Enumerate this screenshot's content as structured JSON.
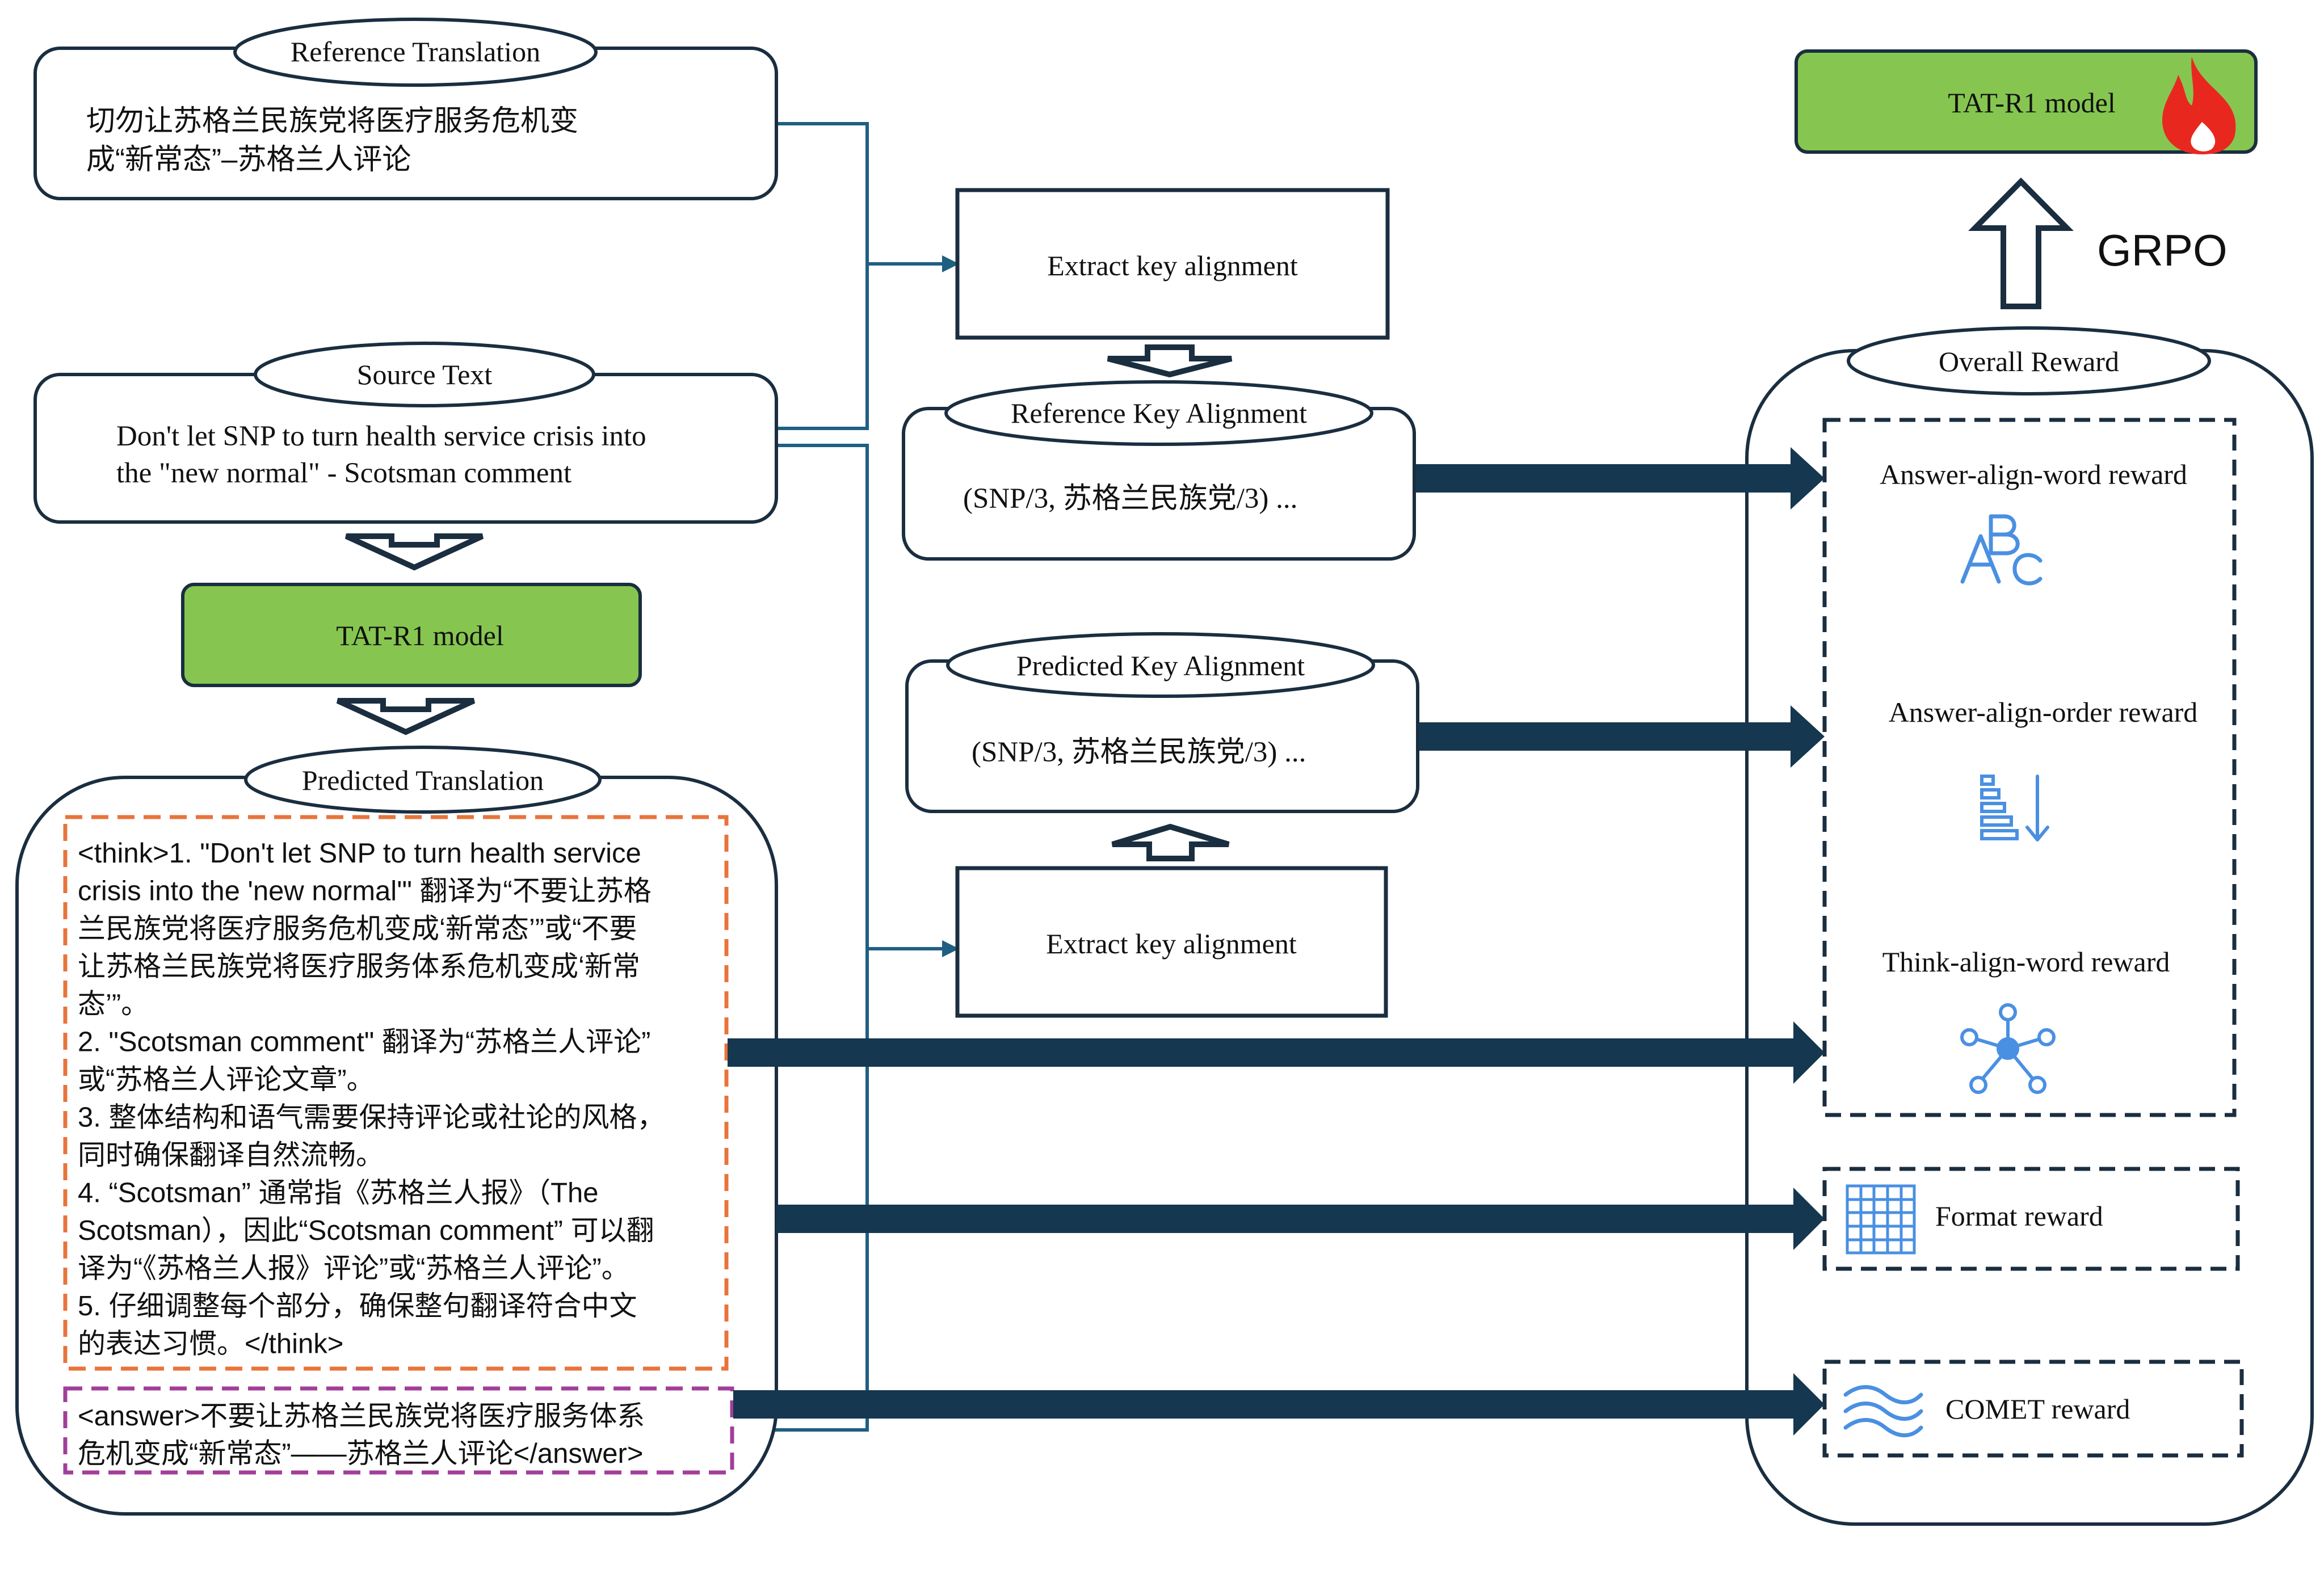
{
  "reference_translation": {
    "label": "Reference Translation",
    "lines": [
      "切勿让苏格兰民族党将医疗服务危机变",
      "成“新常态”–苏格兰人评论"
    ]
  },
  "source_text": {
    "label": "Source Text",
    "lines": [
      "Don't let SNP to turn health service crisis into",
      "the \"new normal\" - Scotsman comment"
    ]
  },
  "model_box": {
    "label": "TAT-R1 model"
  },
  "predicted_translation": {
    "label": "Predicted Translation",
    "think_lines": [
      "<think>1. \"Don't let SNP to turn health service",
      "crisis into the 'new normal'\" 翻译为“不要让苏格",
      "兰民族党将医疗服务危机变成‘新常态’”或“不要",
      "让苏格兰民族党将医疗服务体系危机变成‘新常",
      "态’”。",
      "2. \"Scotsman comment\" 翻译为“苏格兰人评论”",
      "或“苏格兰人评论文章”。",
      "3. 整体结构和语气需要保持评论或社论的风格，",
      "同时确保翻译自然流畅。",
      "4. “Scotsman” 通常指《苏格兰人报》（The",
      "Scotsman），因此“Scotsman comment” 可以翻",
      "译为“《苏格兰人报》评论”或“苏格兰人评论”。",
      "5. 仔细调整每个部分，确保整句翻译符合中文",
      "的表达习惯。</think>"
    ],
    "answer_lines": [
      "<answer>不要让苏格兰民族党将医疗服务体系",
      "危机变成“新常态”——苏格兰人评论</answer>"
    ]
  },
  "extract_top": {
    "label": "Extract key alignment"
  },
  "extract_bottom": {
    "label": "Extract key alignment"
  },
  "reference_alignment": {
    "label": "Reference Key Alignment",
    "value": "(SNP/3, 苏格兰民族党/3) ..."
  },
  "predicted_alignment": {
    "label": "Predicted Key Alignment",
    "value": "(SNP/3, 苏格兰民族党/3) ..."
  },
  "top_model": {
    "label": "TAT-R1 model",
    "icon": "fire-icon"
  },
  "grpo": {
    "label": "GRPO"
  },
  "overall_reward": {
    "label": "Overall Reward",
    "rewards": [
      {
        "label": "Answer-align-word reward",
        "icon": "abc-icon"
      },
      {
        "label": "Answer-align-order reward",
        "icon": "sort-descending-icon"
      },
      {
        "label": "Think-align-word reward",
        "icon": "network-icon"
      },
      {
        "label": "Format reward",
        "icon": "grid-icon"
      },
      {
        "label": "COMET reward",
        "icon": "waves-icon"
      }
    ]
  },
  "colors": {
    "arrow_fill": "#15374f",
    "connector_line": "#1f5f82",
    "model_green": "#86c650",
    "think_border": "#e8743b",
    "answer_border": "#a23e9a",
    "icon_blue": "#4a90e2"
  }
}
